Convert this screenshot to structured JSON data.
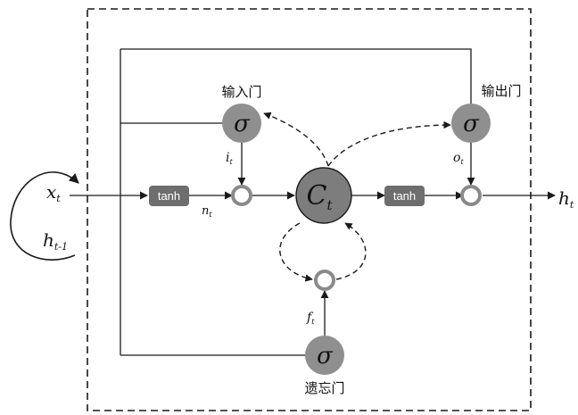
{
  "inputs": {
    "x": "x",
    "x_sub": "t",
    "h_prev": "h",
    "h_prev_sub": "t-1"
  },
  "output": {
    "h": "h",
    "h_sub": "t"
  },
  "gates": {
    "input_gate_label": "输入门",
    "output_gate_label": "输出门",
    "forget_gate_label": "遗忘门",
    "sigma_symbol": "σ"
  },
  "activations": {
    "tanh_label": "tanh"
  },
  "cell": {
    "label": "C",
    "sub": "t"
  },
  "signals": {
    "n": "n",
    "n_sub": "t",
    "i": "i",
    "i_sub": "t",
    "o": "o",
    "o_sub": "t",
    "f": "f",
    "f_sub": "t"
  },
  "colors": {
    "gate_fill": "#8f8f8f",
    "cell_fill": "#7d7d7d",
    "tanh_fill": "#6e6e6e",
    "line": "#1a1a1a"
  }
}
